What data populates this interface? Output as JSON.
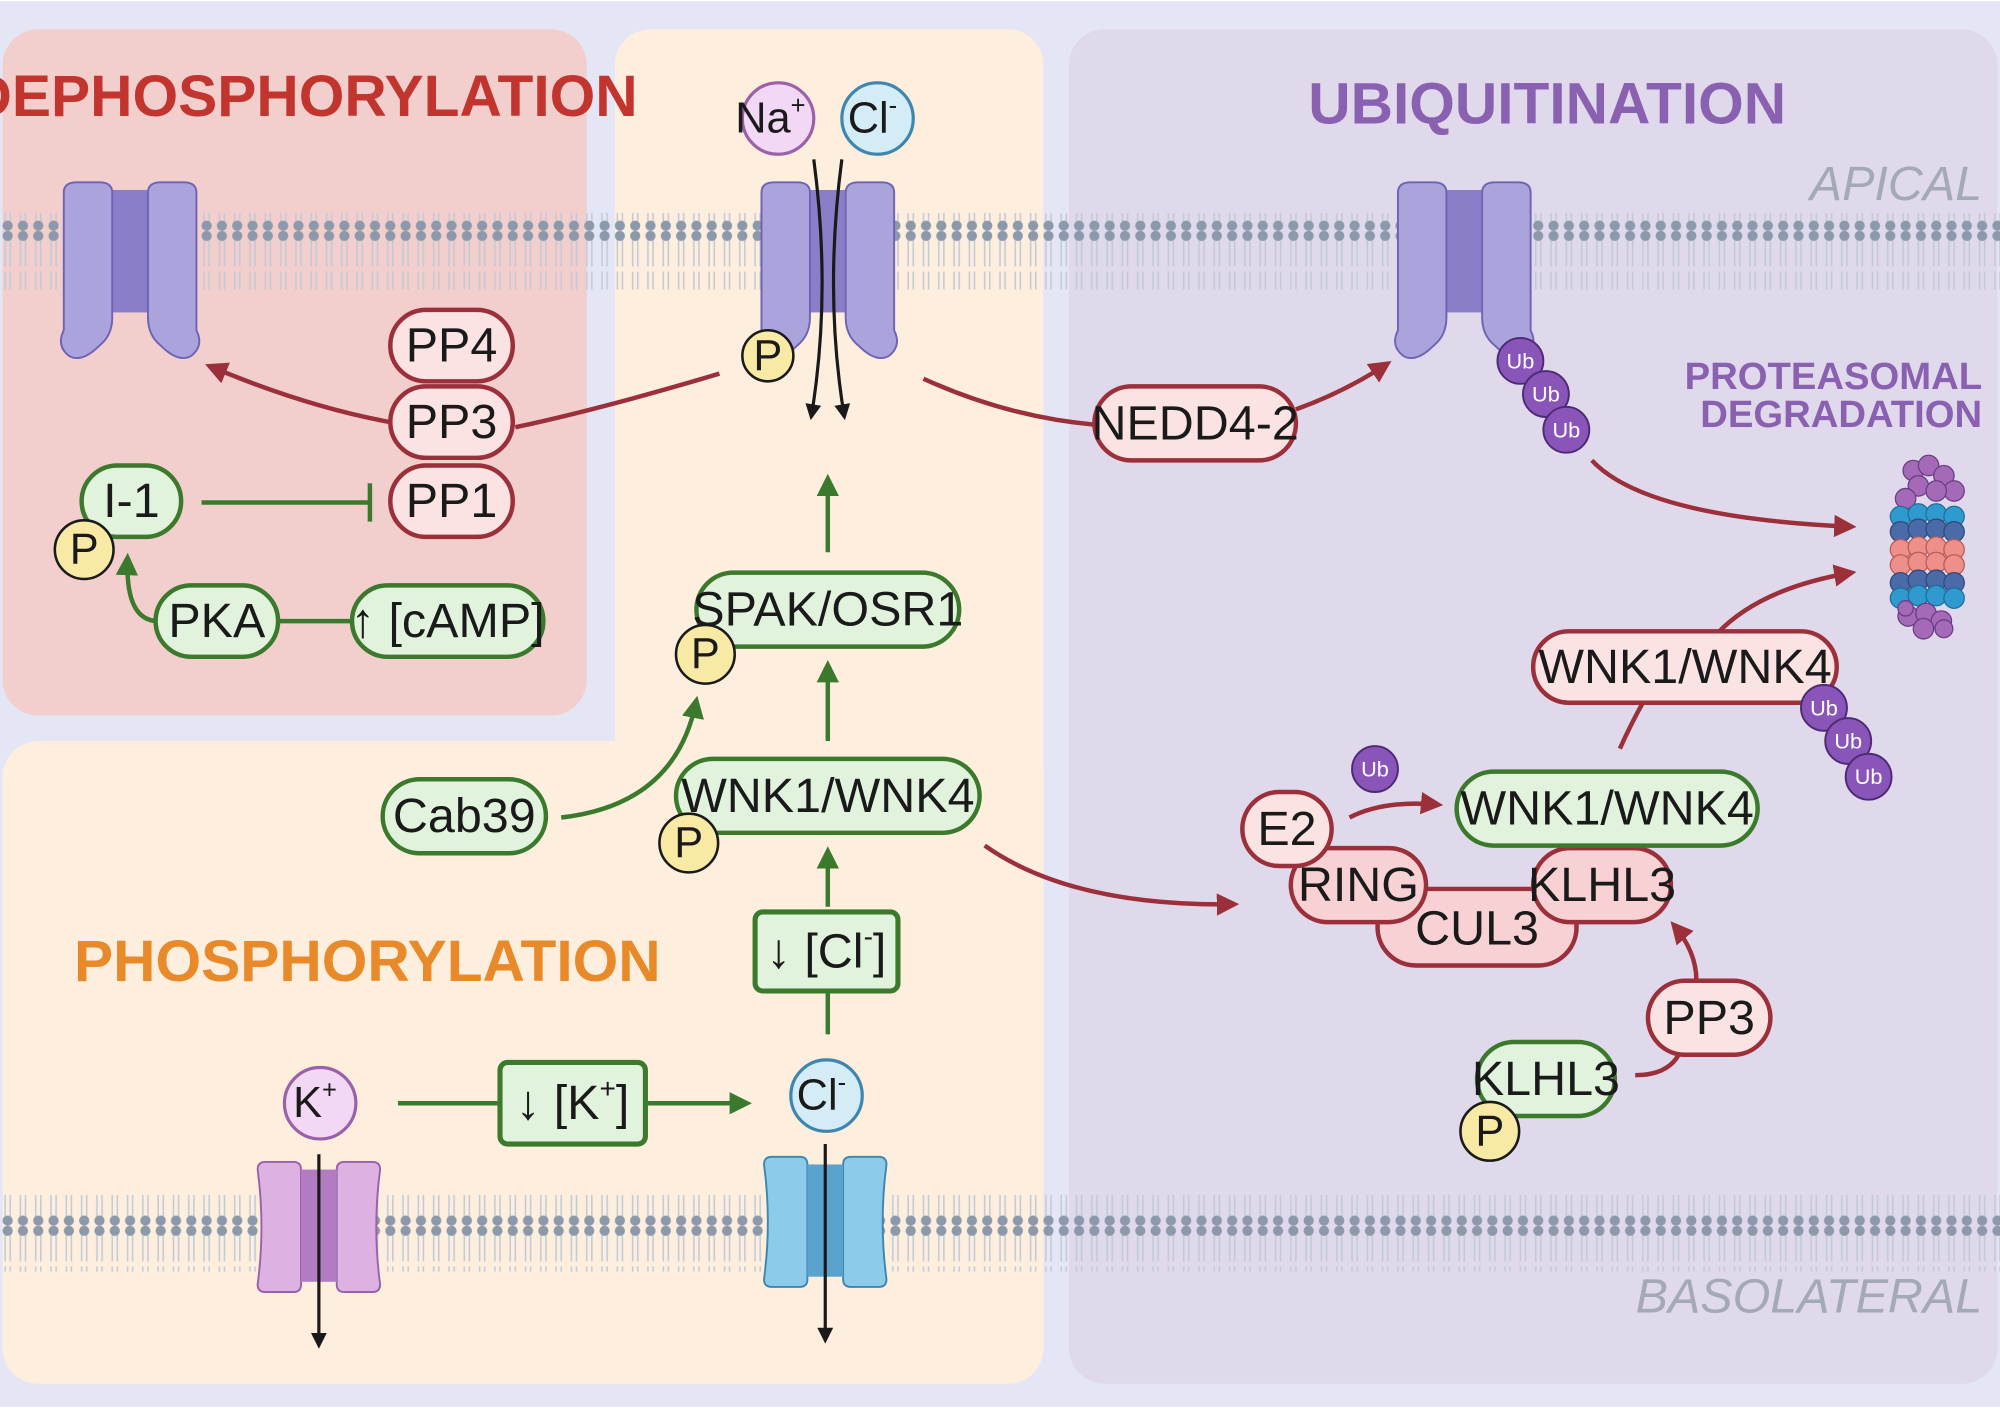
{
  "sections": {
    "dephosphorylation": "DEPHOSPHORYLATION",
    "phosphorylation": "PHOSPHORYLATION",
    "ubiquitination": "UBIQUITINATION"
  },
  "membrane_labels": {
    "apical": "APICAL",
    "basolateral": "BASOLATERAL"
  },
  "proteasome_label": {
    "line1": "PROTEASOMAL",
    "line2": "DEGRADATION"
  },
  "ions": {
    "na": "Na",
    "na_sup": "+",
    "cl": "Cl",
    "cl_sup": "-",
    "k": "K",
    "k_sup": "+"
  },
  "phospho_label": "P",
  "ub_label": "Ub",
  "nodes": {
    "pp4": "PP4",
    "pp3": "PP3",
    "pp1": "PP1",
    "i1": "I-1",
    "pka": "PKA",
    "camp": "↑ [cAMP]",
    "spak_osr1": "SPAK/OSR1",
    "wnk_center": "WNK1/WNK4",
    "cab39": "Cab39",
    "cl_low_prefix": "↓ [Cl",
    "cl_low_sup": "-",
    "cl_low_suffix": "]",
    "k_low_prefix": "↓ [K",
    "k_low_sup": "+",
    "k_low_suffix": "]",
    "nedd4_2": "NEDD4-2",
    "wnk_ub": "WNK1/WNK4",
    "wnk_right": "WNK1/WNK4",
    "e2": "E2",
    "ring": "RING",
    "klhl3": "KLHL3",
    "cul3": "CUL3",
    "pp3_right": "PP3",
    "klhl3_p": "KLHL3"
  },
  "colors": {
    "deph_bg": "#f2cecd",
    "phos_bg": "#fdeedd",
    "ubiq_bg": "#dfd9eb",
    "outer_bg": "#e4e6f6",
    "green_fill": "#e1f3dd",
    "green_stroke": "#3b7a2c",
    "red_fill": "#fbe3e4",
    "red_stroke": "#9b2f3a",
    "phospho_fill": "#f8eaa4",
    "ub_fill": "#8a55b8",
    "transporter_fill": "#aba3dc",
    "transporter_core": "#8a7ec8",
    "deph_title": "#c2352f",
    "phos_title": "#e88a2a",
    "ubiq_title": "#8a60b0"
  }
}
